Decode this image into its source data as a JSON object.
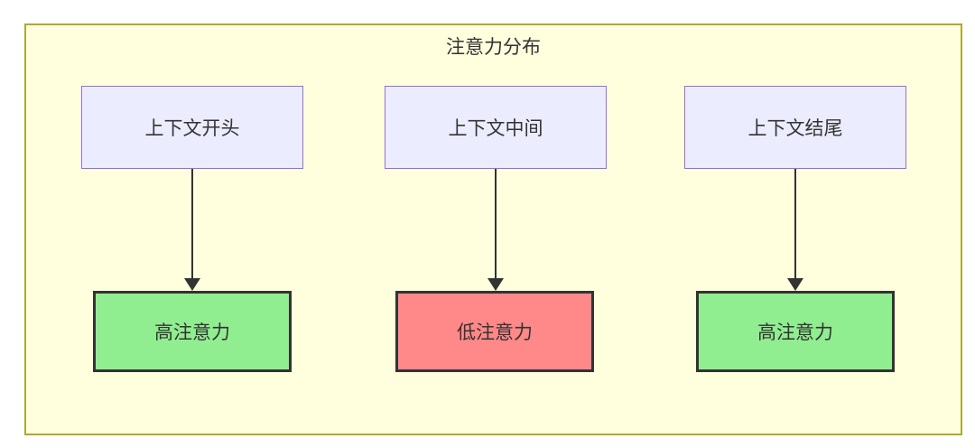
{
  "diagram": {
    "title": "注意力分布",
    "columns": [
      {
        "source": "上下文开头",
        "target": "高注意力",
        "attention_level": "high",
        "target_color": "#90ee90"
      },
      {
        "source": "上下文中间",
        "target": "低注意力",
        "attention_level": "low",
        "target_color": "#ff8888"
      },
      {
        "source": "上下文结尾",
        "target": "高注意力",
        "attention_level": "high",
        "target_color": "#90ee90"
      }
    ],
    "colors": {
      "frame_background": "#ffffde",
      "frame_border": "#aaaa33",
      "source_node_background": "#ececff",
      "source_node_border": "#9370db",
      "high_attention_background": "#90ee90",
      "low_attention_background": "#ff8888",
      "target_node_border": "#333333",
      "arrow": "#333333",
      "text": "#333333"
    }
  }
}
